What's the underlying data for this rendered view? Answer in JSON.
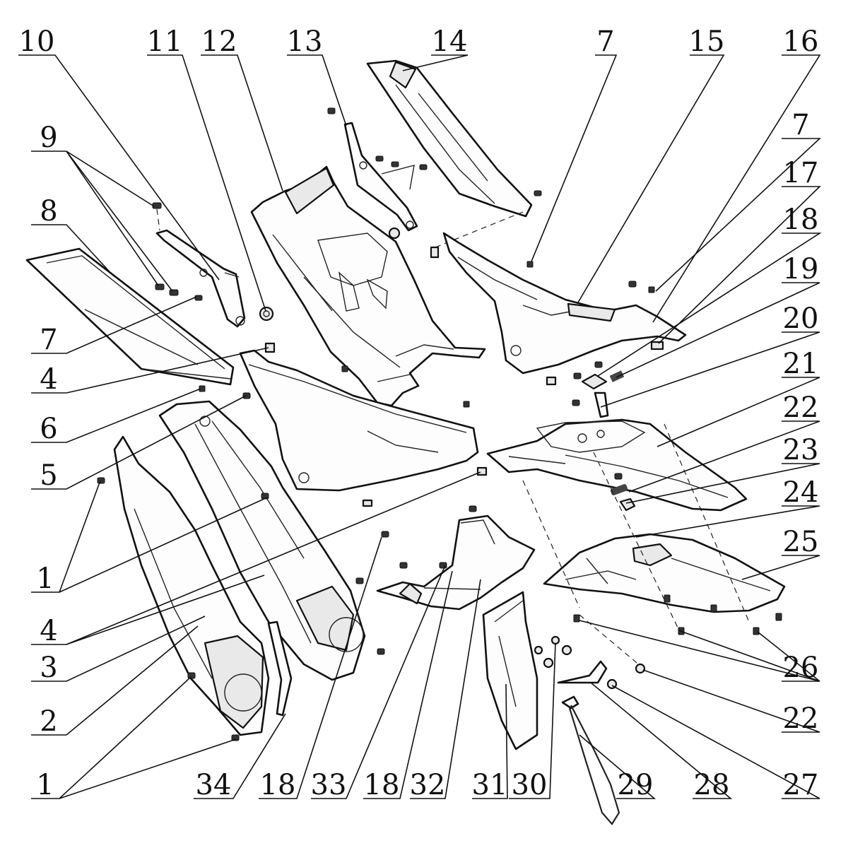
{
  "diagram": {
    "callouts": [
      {
        "id": "c10",
        "label": "10"
      },
      {
        "id": "c11",
        "label": "11"
      },
      {
        "id": "c12",
        "label": "12"
      },
      {
        "id": "c13",
        "label": "13"
      },
      {
        "id": "c14",
        "label": "14"
      },
      {
        "id": "c7a",
        "label": "7"
      },
      {
        "id": "c15",
        "label": "15"
      },
      {
        "id": "c16",
        "label": "16"
      },
      {
        "id": "c9",
        "label": "9"
      },
      {
        "id": "c7b",
        "label": "7"
      },
      {
        "id": "c17",
        "label": "17"
      },
      {
        "id": "c8",
        "label": "8"
      },
      {
        "id": "c18a",
        "label": "18"
      },
      {
        "id": "c19",
        "label": "19"
      },
      {
        "id": "c7c",
        "label": "7"
      },
      {
        "id": "c20",
        "label": "20"
      },
      {
        "id": "c4a",
        "label": "4"
      },
      {
        "id": "c21",
        "label": "21"
      },
      {
        "id": "c22a",
        "label": "22"
      },
      {
        "id": "c6",
        "label": "6"
      },
      {
        "id": "c23",
        "label": "23"
      },
      {
        "id": "c5",
        "label": "5"
      },
      {
        "id": "c24",
        "label": "24"
      },
      {
        "id": "c25",
        "label": "25"
      },
      {
        "id": "c1a",
        "label": "1"
      },
      {
        "id": "c4b",
        "label": "4"
      },
      {
        "id": "c3",
        "label": "3"
      },
      {
        "id": "c26",
        "label": "26"
      },
      {
        "id": "c2",
        "label": "2"
      },
      {
        "id": "c22b",
        "label": "22"
      },
      {
        "id": "c1b",
        "label": "1"
      },
      {
        "id": "c34",
        "label": "34"
      },
      {
        "id": "c18b",
        "label": "18"
      },
      {
        "id": "c33",
        "label": "33"
      },
      {
        "id": "c18c",
        "label": "18"
      },
      {
        "id": "c32",
        "label": "32"
      },
      {
        "id": "c31",
        "label": "31"
      },
      {
        "id": "c30",
        "label": "30"
      },
      {
        "id": "c29",
        "label": "29"
      },
      {
        "id": "c28",
        "label": "28"
      },
      {
        "id": "c27",
        "label": "27"
      }
    ]
  }
}
